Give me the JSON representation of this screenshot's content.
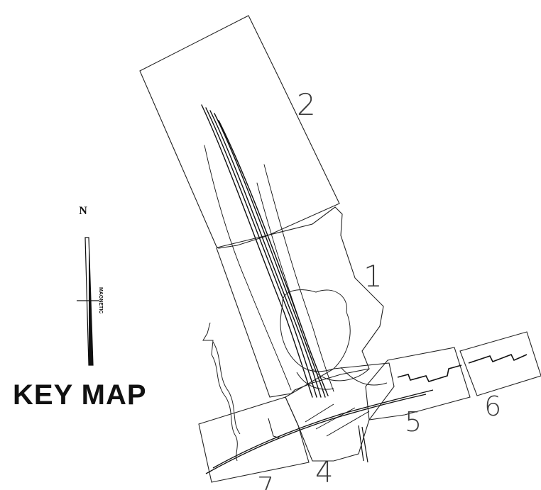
{
  "map": {
    "title": "KEY MAP",
    "north_label": "N",
    "magnetic_label": "MAGNETIC",
    "sheets": [
      {
        "id": "sheet-1",
        "label": "1"
      },
      {
        "id": "sheet-2",
        "label": "2"
      },
      {
        "id": "sheet-4",
        "label": "4"
      },
      {
        "id": "sheet-5",
        "label": "5"
      },
      {
        "id": "sheet-6",
        "label": "6"
      },
      {
        "id": "sheet-7",
        "label": "7"
      }
    ],
    "colors": {
      "ink": "#1a1a1a",
      "background": "#ffffff"
    }
  }
}
